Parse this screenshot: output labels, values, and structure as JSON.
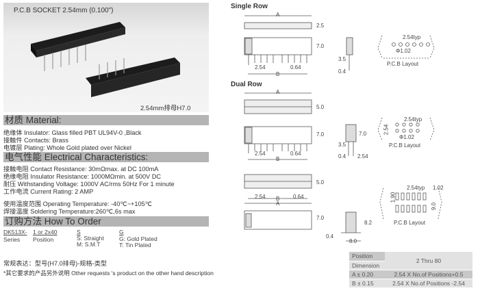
{
  "product": {
    "title": "P.C.B SOCKET  2.54mm (0.100\")",
    "caption": "2.54mm排母H7.0"
  },
  "material": {
    "heading": "材质 Material:",
    "lines": [
      "绝缘体 Insulator: Glass filled PBT UL94V-0 ,Black",
      "接触件 Contacts: Brass",
      "电镀层 Plating: Whole Gold plated over Nickel"
    ]
  },
  "electrical": {
    "heading": "电气性能 Electrical Characteristics:",
    "lines": [
      "接触电阻 Contact Resistance: 30mΩmax. at DC 100mA",
      "绝缘电阻 Insulator Resistance: 1000MΩmin. at 500V DC",
      "耐压 Withstanding Voltage: 1000V AC/rms 50Hz For 1 minute",
      "工作电流 Current Rating: 2 AMP"
    ],
    "temps": [
      "使用温度范围 Operating Temperature: -40℃~+105℃",
      "焊接温度 Soldering Temperature:260℃,6s max"
    ]
  },
  "order": {
    "heading": "订购方法 How To Order",
    "code": "DK513X-",
    "positions": "1 or 2x40",
    "series_label": "Series",
    "position_label": "Position",
    "s_head": "S",
    "s_opts": [
      "S: Straight",
      "M: S.M.T"
    ],
    "g_head": "G",
    "g_opts": [
      "G: Gold Plated",
      "T: Tin Plated"
    ],
    "note1": "常规表达：型号(H7.0排母)-规格-类型",
    "note2": "*其它要求的产品另外说明 Other requests 's product on the other hand description"
  },
  "drawings": {
    "single_title": "Single Row",
    "dual_title": "Dual Row",
    "labels": {
      "A": "A",
      "B": "B",
      "h25": "2.5",
      "h70": "7.0",
      "h50": "5.0",
      "p254": "2.54",
      "p064": "0.64",
      "h35": "3.5",
      "h04": "0.4",
      "typ": "2.54typ",
      "phi": "Φ1.02",
      "pcb": "P.C.B Layout",
      "w102": "1.02",
      "v190": "1.90",
      "v90": "9.0",
      "h82": "8.2",
      "w80": "8.0"
    }
  },
  "dimension_table": {
    "rows": [
      [
        "Position",
        "2 Thru 80"
      ],
      [
        "Dimension",
        ""
      ],
      [
        "A ± 0.20",
        "2.54 X No.of Positions+0.5"
      ],
      [
        "B ± 0.15",
        "2.54 X No.of Positions -2.54"
      ]
    ]
  }
}
